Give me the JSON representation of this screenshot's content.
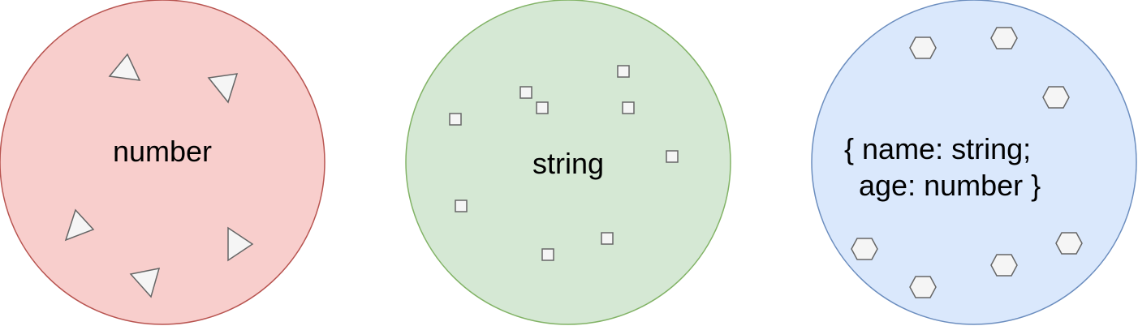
{
  "sets": [
    {
      "id": "number-set",
      "label": "number",
      "fill": "#f8cecc",
      "stroke": "#b85450",
      "element_shape": "triangle"
    },
    {
      "id": "string-set",
      "label": "string",
      "fill": "#d5e8d4",
      "stroke": "#82b366",
      "element_shape": "square"
    },
    {
      "id": "object-set",
      "label_lines": [
        "{ name: string;",
        "age: number }"
      ],
      "fill": "#dae8fc",
      "stroke": "#6c8ebf",
      "element_shape": "hexagon"
    }
  ],
  "element_style": {
    "fill": "#f5f5f5",
    "stroke": "#666666"
  }
}
